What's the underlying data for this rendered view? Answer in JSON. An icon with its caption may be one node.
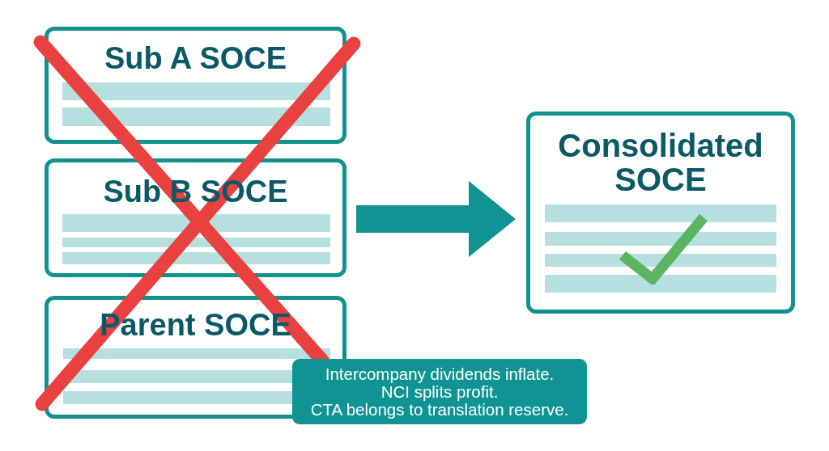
{
  "diagram": {
    "nodes": [
      {
        "text": [
          "Sub A SOCE"
        ]
      },
      {
        "text": [
          "Sub B SOCE"
        ]
      },
      {
        "text": [
          "Parent SOCE"
        ]
      },
      {
        "text": [
          "Consolidated SOCE"
        ]
      },
      {
        "text": [
          "Intercompany dividends inflate.",
          "NCI splits profit.",
          "CTA belongs to translation reserve."
        ]
      }
    ],
    "edges": [
      {
        "from": 1,
        "to": 3,
        "arrow": "to"
      }
    ]
  }
}
